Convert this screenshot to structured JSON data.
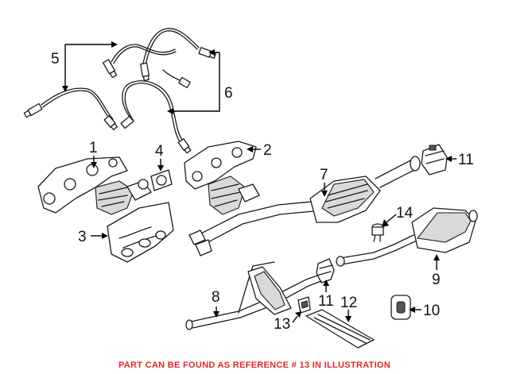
{
  "callouts": {
    "c1": "1",
    "c2": "2",
    "c3": "3",
    "c4": "4",
    "c5": "5",
    "c6": "6",
    "c7": "7",
    "c8": "8",
    "c9": "9",
    "c10": "10",
    "c11a": "11",
    "c11b": "11",
    "c12": "12",
    "c13": "13",
    "c14": "14"
  },
  "caption": {
    "text": "PART CAN BE FOUND AS REFERENCE # 13 IN ILLUSTRATION",
    "color": "#e0262b"
  }
}
